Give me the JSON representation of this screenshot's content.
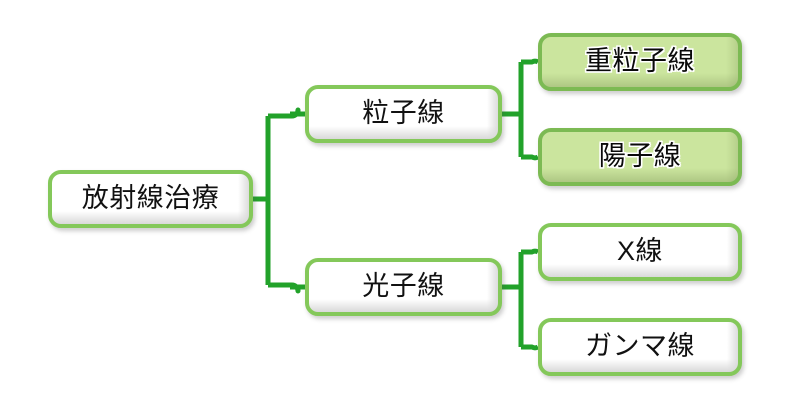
{
  "diagram": {
    "type": "tree",
    "orientation": "left-to-right",
    "title_text": "",
    "colors": {
      "connector": "#22a22a",
      "node_border": "#84c85a",
      "accent_node_border": "#7cba53",
      "accent_node_fill": "#cbe59e",
      "plain_node_fill": "#ffffff",
      "text": "#111111",
      "background": "#ffffff"
    },
    "root": {
      "label": "放射線治療",
      "style": "plain"
    },
    "level2": [
      {
        "label": "粒子線",
        "style": "plain"
      },
      {
        "label": "光子線",
        "style": "plain"
      }
    ],
    "level3": [
      {
        "label": "重粒子線",
        "style": "accent",
        "parent": "粒子線"
      },
      {
        "label": "陽子線",
        "style": "accent",
        "parent": "粒子線"
      },
      {
        "label": "X線",
        "style": "plain",
        "parent": "光子線"
      },
      {
        "label": "ガンマ線",
        "style": "plain",
        "parent": "光子線"
      }
    ]
  }
}
